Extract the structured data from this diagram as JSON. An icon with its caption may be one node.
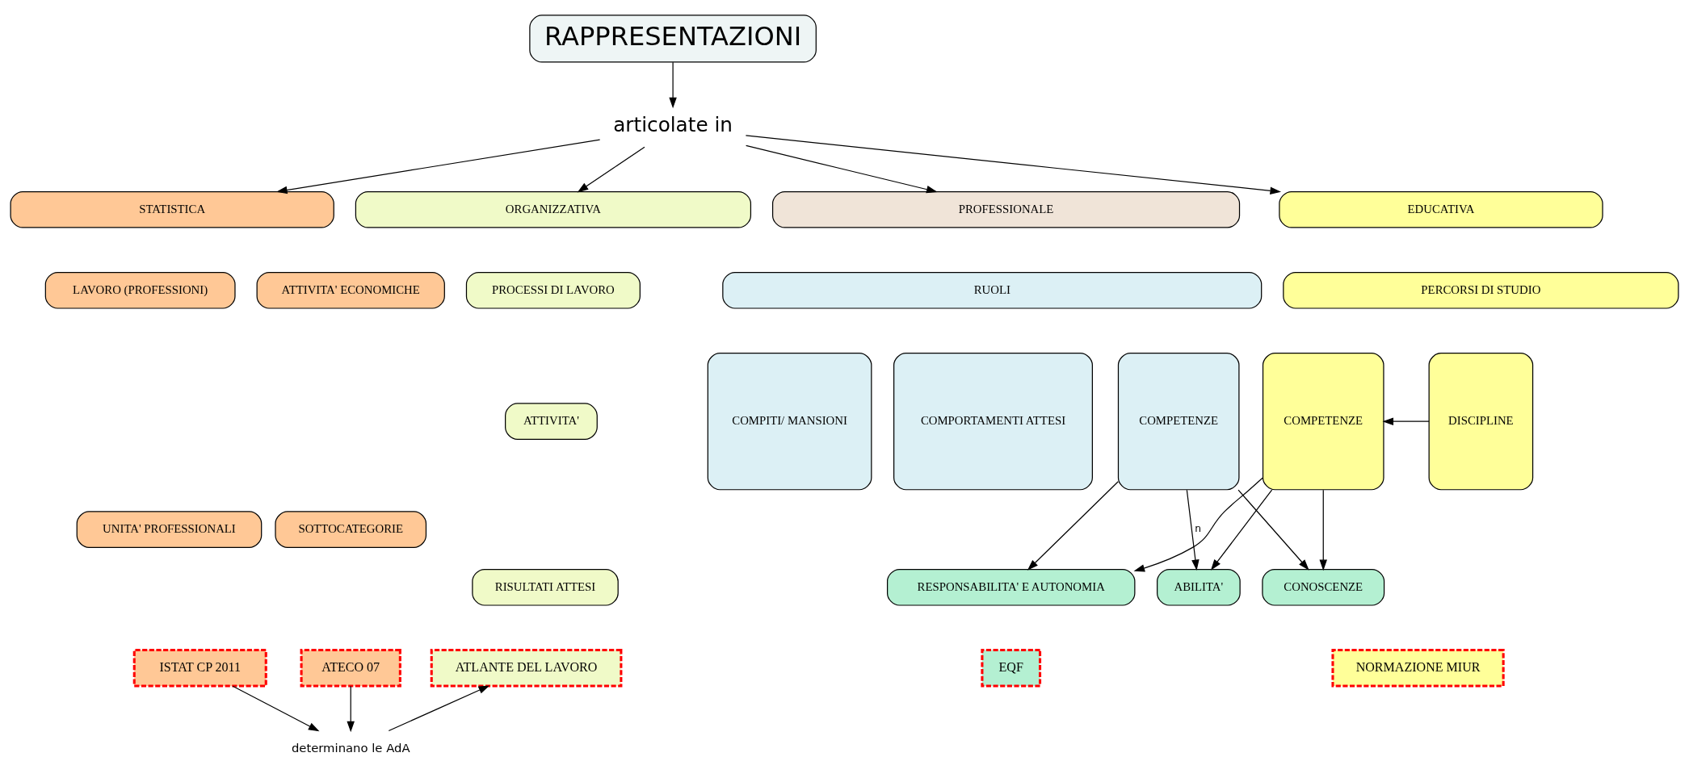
{
  "diagram": {
    "nodes": [
      {
        "text": [
          "RAPPRESENTAZIONI"
        ]
      },
      {
        "text": [
          "articolate in"
        ]
      },
      {
        "text": [
          "STATISTICA"
        ]
      },
      {
        "text": [
          "ORGANIZZATIVA"
        ]
      },
      {
        "text": [
          "PROFESSIONALE"
        ]
      },
      {
        "text": [
          "EDUCATIVA"
        ]
      },
      {
        "text": [
          "ATTIVITA' ECONOMICHE"
        ]
      },
      {
        "text": [
          "LAVORO (PROFESSIONI)"
        ]
      },
      {
        "text": [
          "PROCESSI DI LAVORO"
        ]
      },
      {
        "text": [
          "RUOLI"
        ]
      },
      {
        "text": [
          "PERCORSI DI STUDIO"
        ]
      },
      {
        "text": [
          "SOTTOCATEGORIE"
        ]
      },
      {
        "text": [
          "UNITA' PROFESSIONALI"
        ]
      },
      {
        "text": [
          "ATTIVITA'"
        ]
      },
      {
        "text": [
          "CONOSCENZE"
        ]
      },
      {
        "text": [
          "COMPITI/ MANSIONI"
        ]
      },
      {
        "text": [
          "COMPORTAMENTI ATTESI"
        ]
      },
      {
        "text": [
          "COMPETENZE"
        ]
      },
      {
        "text": [
          "ABILITA'"
        ]
      },
      {
        "text": [
          "COMPETENZE"
        ]
      },
      {
        "text": [
          "DISCIPLINE"
        ]
      },
      {
        "text": [
          "RISULTATI ATTESI"
        ]
      },
      {
        "text": [
          "RESPONSABILITA' E AUTONOMIA"
        ]
      },
      {
        "text": [
          "ATECO 07"
        ]
      },
      {
        "text": [
          "ISTAT CP 2011"
        ]
      },
      {
        "text": [
          "ATLANTE DEL LAVORO"
        ]
      },
      {
        "text": [
          "EQF"
        ]
      },
      {
        "text": [
          "NORMAZIONE MIUR"
        ]
      },
      {
        "text": [
          "determinano le AdA"
        ]
      }
    ],
    "edges": [
      {
        "from": 0,
        "to": 1,
        "arrow": "to"
      },
      {
        "from": 1,
        "to": 2,
        "arrow": "to"
      },
      {
        "from": 1,
        "to": 3,
        "arrow": "to"
      },
      {
        "from": 1,
        "to": 4,
        "arrow": "to"
      },
      {
        "from": 1,
        "to": 5,
        "arrow": "to"
      },
      {
        "from": 17,
        "to": 14,
        "arrow": "to"
      },
      {
        "from": 17,
        "to": 18,
        "arrow": "to",
        "label": "n"
      },
      {
        "from": 17,
        "to": 22,
        "arrow": "to"
      },
      {
        "from": 19,
        "to": 14,
        "arrow": "to"
      },
      {
        "from": 19,
        "to": 18,
        "arrow": "to"
      },
      {
        "from": 19,
        "to": 22,
        "arrow": "to"
      },
      {
        "from": 20,
        "to": 19,
        "arrow": "to"
      },
      {
        "from": 23,
        "to": 28,
        "arrow": "to"
      },
      {
        "from": 24,
        "to": 28,
        "arrow": "to"
      },
      {
        "from": 28,
        "to": 25,
        "arrow": "to"
      }
    ]
  }
}
